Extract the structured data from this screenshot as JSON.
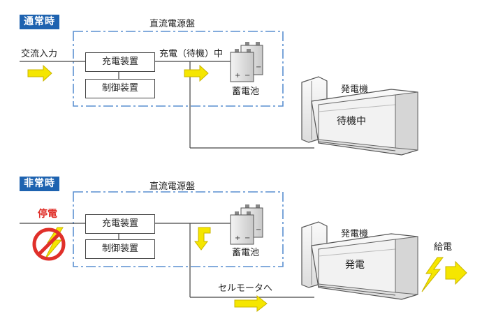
{
  "normal": {
    "tag": "通常時",
    "panel_title": "直流電源盤",
    "ac_input": "交流入力",
    "charger": "充電装置",
    "controller": "制御装置",
    "charge_status": "充電（待機）中",
    "battery": "蓄電池",
    "generator": "発電機",
    "generator_state": "待機中"
  },
  "emergency": {
    "tag": "非常時",
    "panel_title": "直流電源盤",
    "outage": "停電",
    "charger": "充電装置",
    "controller": "制御装置",
    "battery": "蓄電池",
    "generator": "発電機",
    "generator_state": "発電",
    "starter_motor": "セルモータへ",
    "supply": "給電"
  },
  "colors": {
    "accent_blue": "#1e63b0",
    "dash_blue": "#5a8fd0",
    "arrow_yellow": "#f5e600",
    "alert_red": "#e0302a"
  }
}
